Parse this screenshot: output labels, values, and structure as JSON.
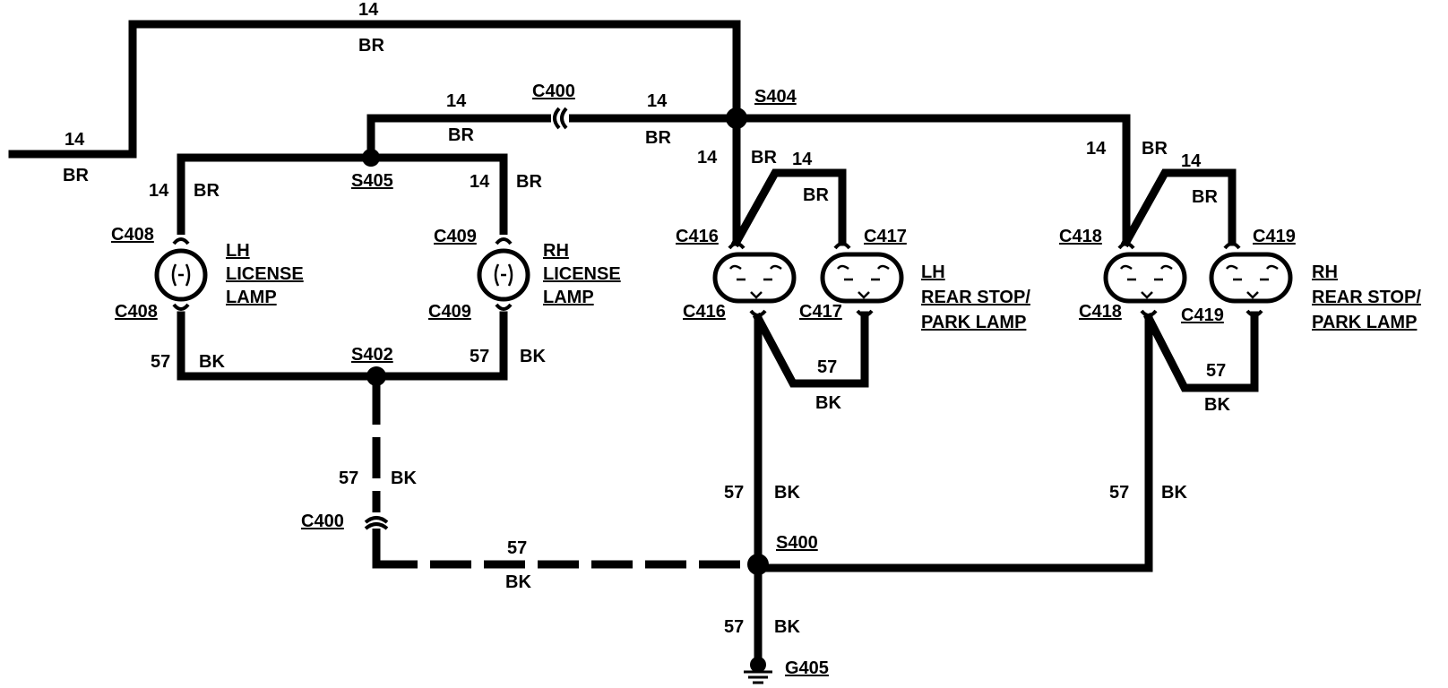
{
  "wire_labels": {
    "g14": "14",
    "br": "BR",
    "g57": "57",
    "bk": "BK"
  },
  "connectors": {
    "c400": "C400",
    "c408": "C408",
    "c409": "C409",
    "c416": "C416",
    "c417": "C417",
    "c418": "C418",
    "c419": "C419"
  },
  "splices": {
    "s400": "S400",
    "s402": "S402",
    "s404": "S404",
    "s405": "S405"
  },
  "ground": {
    "g405": "G405"
  },
  "lamps": {
    "lh_license": [
      "LH",
      "LICENSE",
      "LAMP"
    ],
    "rh_license": [
      "RH",
      "LICENSE",
      "LAMP"
    ],
    "lh_rear": [
      "LH",
      "REAR STOP/",
      "PARK LAMP"
    ],
    "rh_rear": [
      "RH",
      "REAR STOP/",
      "PARK LAMP"
    ]
  },
  "colors": {
    "wire": "#000000",
    "background": "#ffffff"
  }
}
